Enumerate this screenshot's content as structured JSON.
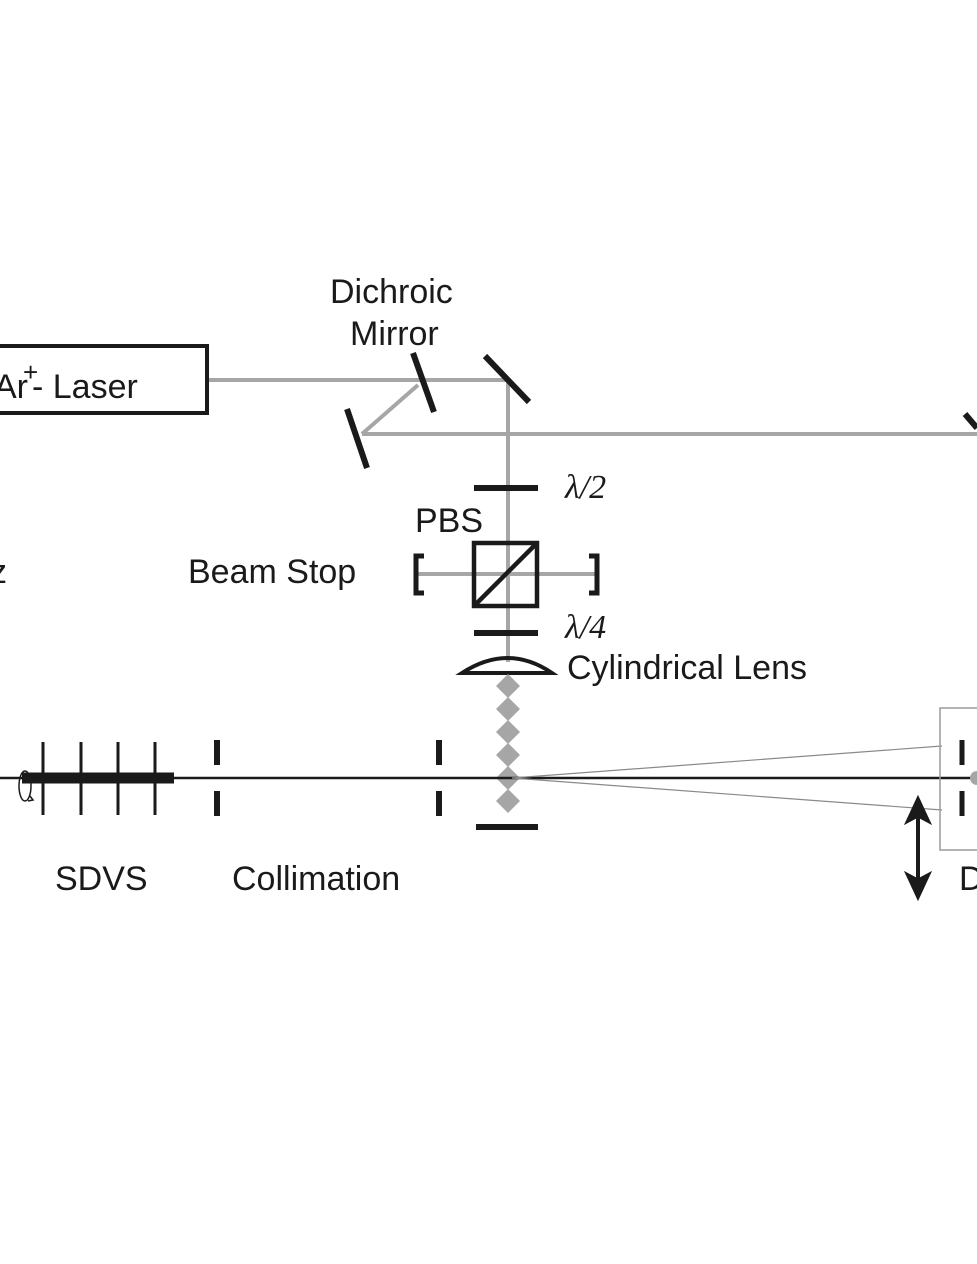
{
  "labels": {
    "laser_prefix": "Ar",
    "laser_superscript": "+",
    "laser_suffix": "- Laser",
    "dichroic_line1": "Dichroic",
    "dichroic_line2": "Mirror",
    "half_wave": "λ/2",
    "pbs": "PBS",
    "beam_stop": "Beam Stop",
    "quarter_wave": "λ/4",
    "cylindrical_lens": "Cylindrical Lens",
    "sdvs": "SDVS",
    "collimation": "Collimation",
    "left_edge_fragment": "z",
    "right_edge_fragment": "D"
  },
  "colors": {
    "beam": "#a6a6a6",
    "optics": "#1a1a1a",
    "atomic_beam": "#1a1a1a",
    "detector_box": "#9a9a9a"
  }
}
